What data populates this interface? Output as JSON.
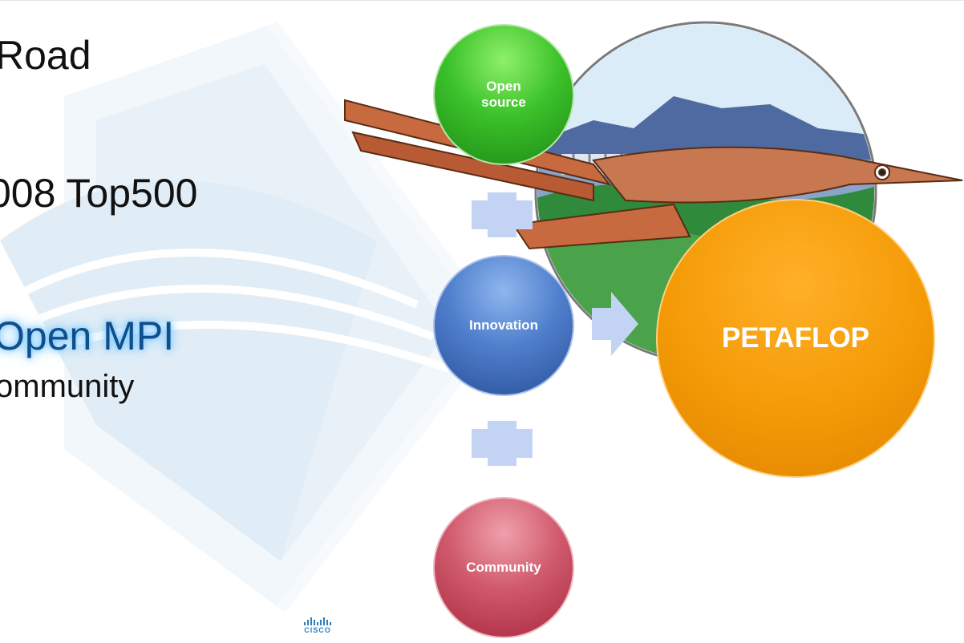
{
  "slide": {
    "lines": [
      "Road",
      "008 Top500",
      "Open MPI",
      "ommunity"
    ]
  },
  "diagram": {
    "open_source": "Open\nsource",
    "innovation": "Innovation",
    "community": "Community",
    "result": "PETAFLOP"
  },
  "logo": {
    "brand": "CISCO"
  },
  "colors": {
    "open_source": "#3cc22a",
    "innovation": "#4f7fcc",
    "community": "#d05a6c",
    "result": "#f49a06",
    "plus_arrow": "#c3d3f3",
    "highlight_text": "#0e4f8c"
  }
}
